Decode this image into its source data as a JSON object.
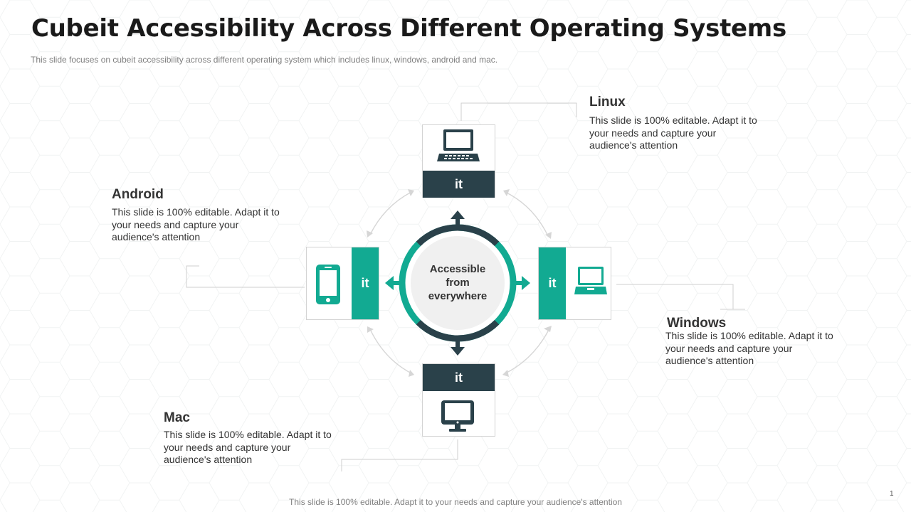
{
  "slide": {
    "title": "Cubeit Accessibility Across Different Operating Systems",
    "subtitle": "This slide focuses on cubeit accessibility across different  operating  system which includes linux, windows,  android  and mac.",
    "footer": "This slide is 100% editable. Adapt it to your needs and capture your audience's attention",
    "page_number": "1"
  },
  "hub": {
    "text": "Accessible from everywhere"
  },
  "nodes": {
    "linux": {
      "name": "Linux",
      "tag": "it",
      "icon": "laptop-icon",
      "description": "This slide is 100% editable. Adapt it to your needs and capture your audience's attention"
    },
    "windows": {
      "name": "Windows",
      "tag": "it",
      "icon": "laptop-icon",
      "description": "This slide is 100% editable. Adapt it to your needs and capture your audience's attention"
    },
    "android": {
      "name": "Android",
      "tag": "it",
      "icon": "smartphone-icon",
      "description": "This slide is 100% editable. Adapt it to your needs and capture your audience's attention"
    },
    "mac": {
      "name": "Mac",
      "tag": "it",
      "icon": "monitor-icon",
      "description": "This slide is 100% editable. Adapt it to your needs and capture your audience's attention"
    }
  },
  "colors": {
    "dark": "#2a414a",
    "teal": "#12aa92",
    "hub_fill": "#f0f0f0",
    "card_border": "#d3d3d3"
  }
}
